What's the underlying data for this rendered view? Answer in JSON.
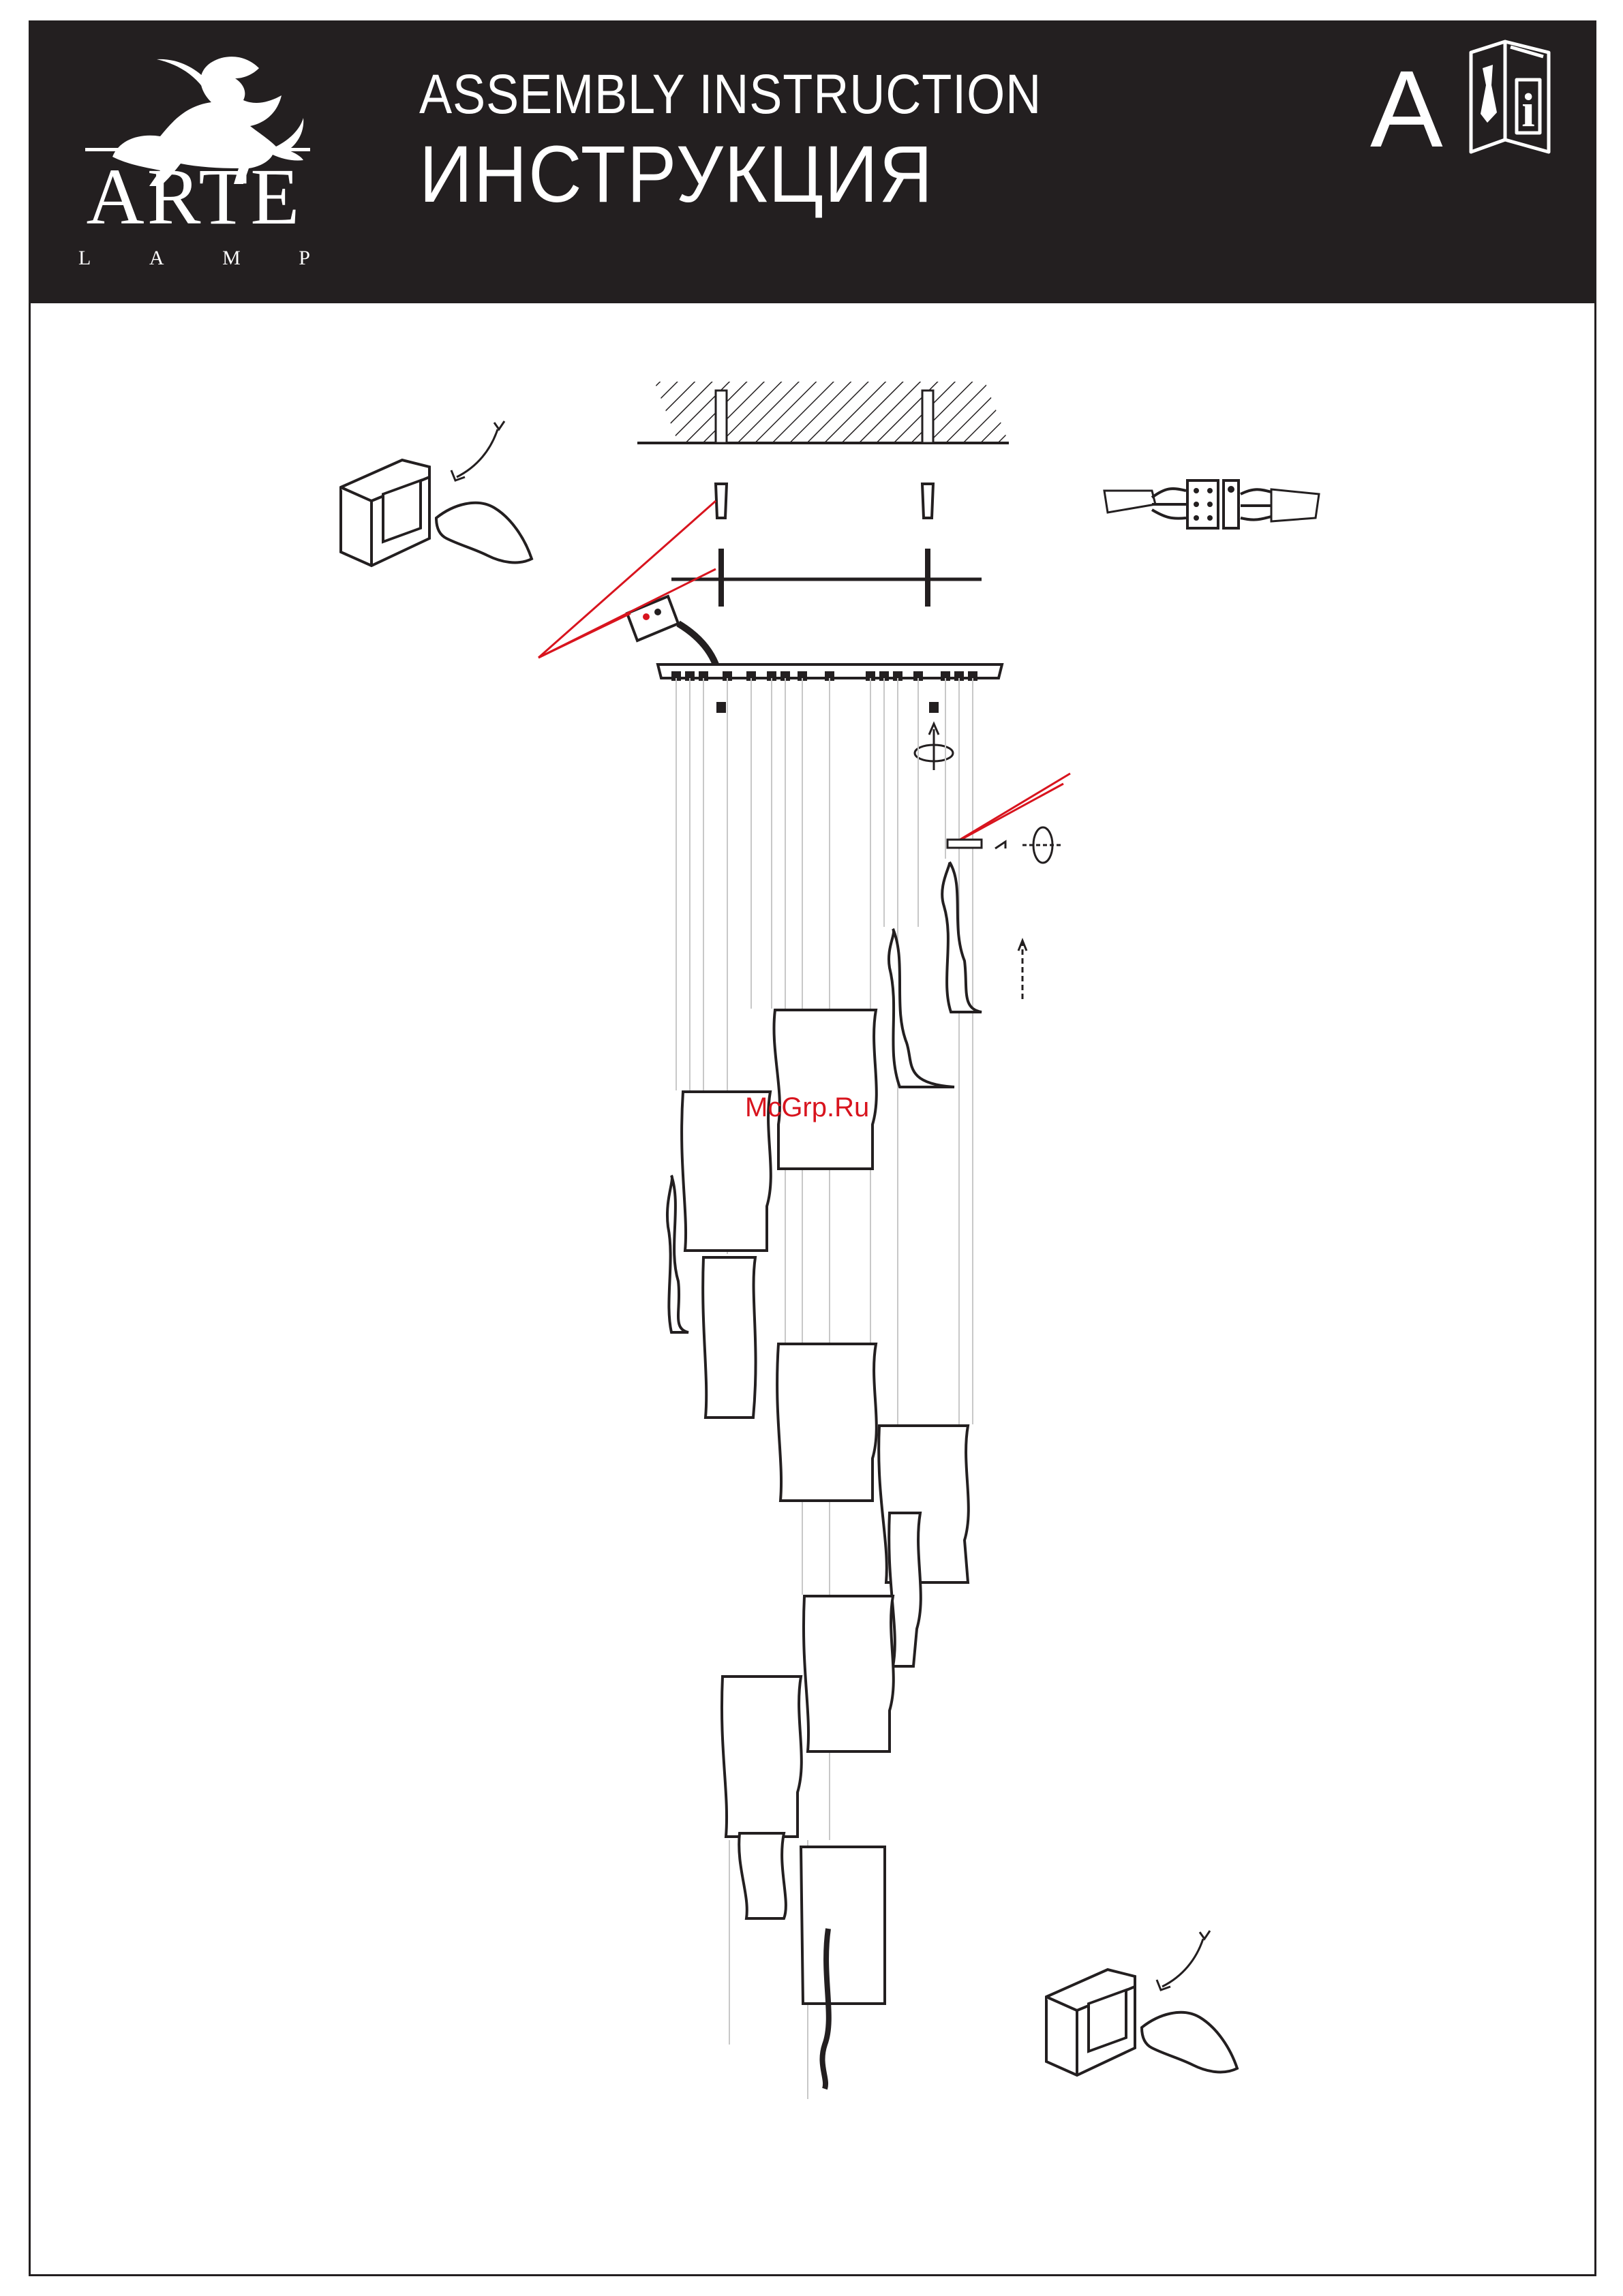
{
  "header": {
    "brand_name": "ARTE",
    "brand_sub": [
      "L",
      "A",
      "M",
      "P"
    ],
    "title_en": "ASSEMBLY  INSTRUCTION",
    "title_ru": "ИНСТРУКЦИЯ",
    "section_letter": "A",
    "info_icon_letter": "i"
  },
  "watermark": "McGrp.Ru",
  "colors": {
    "header_bg": "#231f20",
    "line": "#231f20",
    "accent": "#d8141e",
    "suspension_wire": "#c8c8c8"
  }
}
